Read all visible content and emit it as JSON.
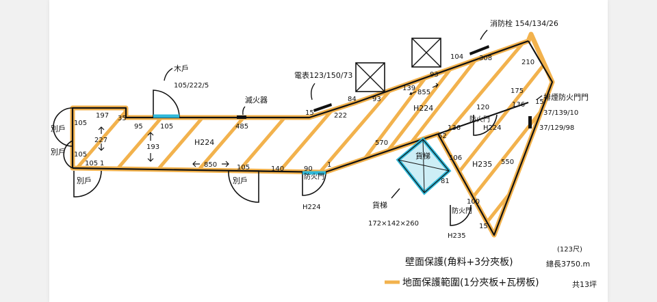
{
  "colors": {
    "floor_protection": "#f2b24d",
    "wall_protection": "#111111",
    "doorway_highlight": "#2fb8d8",
    "background": "#ffffff"
  },
  "equipment": {
    "hydrant": "消防栓 154/134/26",
    "meter": "電表123/150/73",
    "extinguisher": "滅火器",
    "door_left": "木戶",
    "door_left_dims": "105/222/5",
    "smoke_exhaust_door": "排煙防火門門",
    "smoke_exhaust_dims1": "37/139/10",
    "smoke_exhaust_dims2": "37/129/98",
    "freight_elevator": "貨梯",
    "freight_elevator_dims": "172×142×260",
    "elevator_box_label": "貨梯"
  },
  "doors": {
    "side_door": "別戶",
    "fire_door": "防火門",
    "fire_door_short": "防火門"
  },
  "heights": {
    "h224": "H224",
    "h235": "H235"
  },
  "dimensions": {
    "d105a": "105",
    "d197": "197",
    "d35": "35",
    "d227": "227",
    "d105b": "105",
    "d105c": "105",
    "d95": "95",
    "d105d": "105",
    "d193": "193",
    "d850": "850",
    "d485": "485",
    "d105e": "105",
    "d140": "140",
    "d90": "90",
    "d15a": "15",
    "d222": "222",
    "d84": "84",
    "d93a": "93",
    "d139": "139",
    "d855": "855",
    "d93b": "93",
    "d104": "104",
    "d308": "308",
    "d210": "210",
    "d175": "175",
    "d570": "570",
    "d120": "120",
    "d136a": "136",
    "d136b": "136",
    "d15b": "15",
    "d62": "62",
    "d106": "106",
    "d81": "81",
    "d550": "550",
    "d100": "100",
    "d15c": "15",
    "d1a": "1",
    "d1b": "1"
  },
  "legend": {
    "wall_protection": "壁面保護(角料+3分夾板)",
    "wall_length": "總長3750.m",
    "floor_protection": "地面保護範圍(1分夾板+瓦楞板)",
    "floor_area": "共13坪",
    "note": "(123尺)"
  }
}
